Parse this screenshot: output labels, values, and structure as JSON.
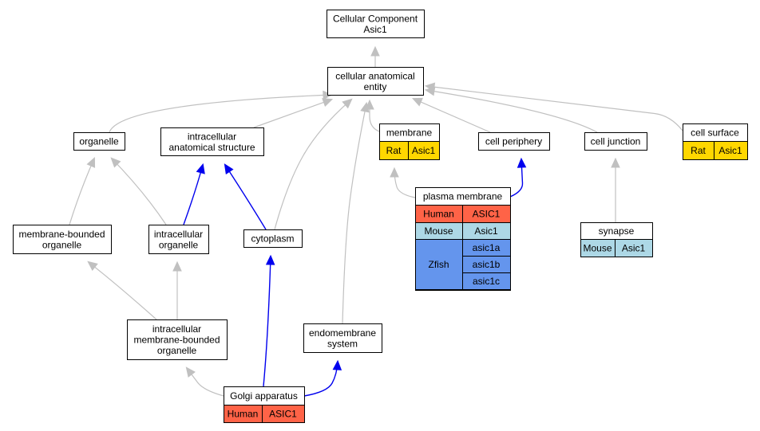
{
  "colors": {
    "human": "#ff6347",
    "mouse": "#add8e6",
    "rat": "#ffd700",
    "zfish": "#6495ed",
    "is_a_edge": "#c0c0c0",
    "part_of_edge": "#0000ee"
  },
  "nodes": {
    "root": {
      "lines": [
        "Cellular Component",
        "Asic1"
      ]
    },
    "cae": {
      "lines": [
        "cellular anatomical",
        "entity"
      ]
    },
    "organelle": {
      "lines": [
        "organelle"
      ]
    },
    "ias": {
      "lines": [
        "intracellular",
        "anatomical structure"
      ]
    },
    "membrane": {
      "lines": [
        "membrane"
      ],
      "annotations": [
        {
          "species": "Rat",
          "genes": [
            "Asic1"
          ]
        }
      ]
    },
    "cell_periphery": {
      "lines": [
        "cell periphery"
      ]
    },
    "cell_junction": {
      "lines": [
        "cell junction"
      ]
    },
    "cell_surface": {
      "lines": [
        "cell surface"
      ],
      "annotations": [
        {
          "species": "Rat",
          "genes": [
            "Asic1"
          ]
        }
      ]
    },
    "plasma_membrane": {
      "lines": [
        "plasma membrane"
      ],
      "annotations": [
        {
          "species": "Human",
          "genes": [
            "ASIC1"
          ]
        },
        {
          "species": "Mouse",
          "genes": [
            "Asic1"
          ]
        },
        {
          "species": "Zfish",
          "genes": [
            "asic1a",
            "asic1b",
            "asic1c"
          ]
        }
      ]
    },
    "mbo": {
      "lines": [
        "membrane-bounded",
        "organelle"
      ]
    },
    "io": {
      "lines": [
        "intracellular",
        "organelle"
      ]
    },
    "cytoplasm": {
      "lines": [
        "cytoplasm"
      ]
    },
    "synapse": {
      "lines": [
        "synapse"
      ],
      "annotations": [
        {
          "species": "Mouse",
          "genes": [
            "Asic1"
          ]
        }
      ]
    },
    "imbo": {
      "lines": [
        "intracellular",
        "membrane-bounded",
        "organelle"
      ]
    },
    "endomembrane": {
      "lines": [
        "endomembrane",
        "system"
      ]
    },
    "golgi": {
      "lines": [
        "Golgi apparatus"
      ],
      "annotations": [
        {
          "species": "Human",
          "genes": [
            "ASIC1"
          ]
        }
      ]
    }
  },
  "edges": [
    {
      "from": "cae",
      "to": "root",
      "type": "is_a"
    },
    {
      "from": "organelle",
      "to": "cae",
      "type": "is_a"
    },
    {
      "from": "ias",
      "to": "cae",
      "type": "is_a"
    },
    {
      "from": "membrane",
      "to": "cae",
      "type": "is_a"
    },
    {
      "from": "cell_periphery",
      "to": "cae",
      "type": "is_a"
    },
    {
      "from": "cell_junction",
      "to": "cae",
      "type": "is_a"
    },
    {
      "from": "cell_surface",
      "to": "cae",
      "type": "is_a"
    },
    {
      "from": "cytoplasm",
      "to": "cae",
      "type": "is_a"
    },
    {
      "from": "endomembrane",
      "to": "cae",
      "type": "is_a"
    },
    {
      "from": "plasma_membrane",
      "to": "membrane",
      "type": "is_a"
    },
    {
      "from": "plasma_membrane",
      "to": "cell_periphery",
      "type": "part_of"
    },
    {
      "from": "mbo",
      "to": "organelle",
      "type": "is_a"
    },
    {
      "from": "io",
      "to": "organelle",
      "type": "is_a"
    },
    {
      "from": "io",
      "to": "ias",
      "type": "part_of"
    },
    {
      "from": "cytoplasm",
      "to": "ias",
      "type": "part_of"
    },
    {
      "from": "synapse",
      "to": "cell_junction",
      "type": "is_a"
    },
    {
      "from": "imbo",
      "to": "mbo",
      "type": "is_a"
    },
    {
      "from": "imbo",
      "to": "io",
      "type": "is_a"
    },
    {
      "from": "golgi",
      "to": "imbo",
      "type": "is_a"
    },
    {
      "from": "golgi",
      "to": "cytoplasm",
      "type": "part_of"
    },
    {
      "from": "golgi",
      "to": "endomembrane",
      "type": "part_of"
    }
  ]
}
